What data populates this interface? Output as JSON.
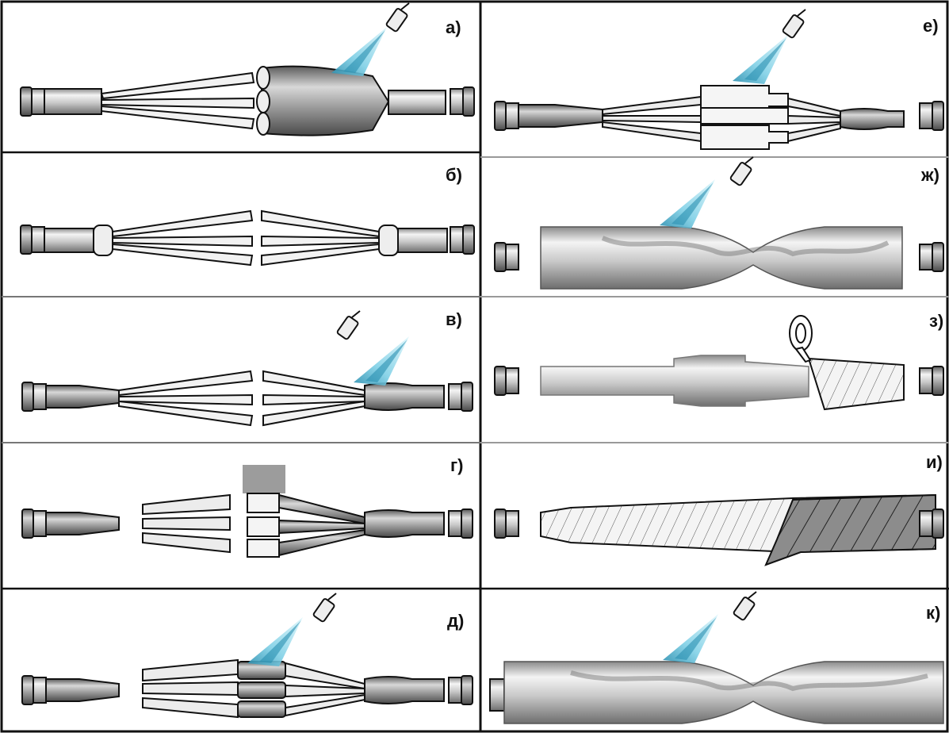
{
  "panels": {
    "a": {
      "label": "а)"
    },
    "b": {
      "label": "б)"
    },
    "v": {
      "label": "в)"
    },
    "g": {
      "label": "г)"
    },
    "d": {
      "label": "д)"
    },
    "e": {
      "label": "е)"
    },
    "zh": {
      "label": "ж)"
    },
    "z": {
      "label": "з)"
    },
    "i": {
      "label": "и)"
    },
    "k": {
      "label": "к)"
    }
  },
  "colors": {
    "frame": "#111111",
    "metal_light": "#e6e6e6",
    "metal_mid": "#b9b9b9",
    "metal_dark": "#7d7d7d",
    "tape": "#f2f2f2",
    "flame": "#7fd0e6",
    "flame_core": "#2a8fb0"
  },
  "icons": [
    "cable-end-icon",
    "wire-core-icon",
    "torch-icon",
    "heat-shrink-sleeve-icon",
    "connector-sleeve-icon",
    "tape-roll-icon"
  ]
}
